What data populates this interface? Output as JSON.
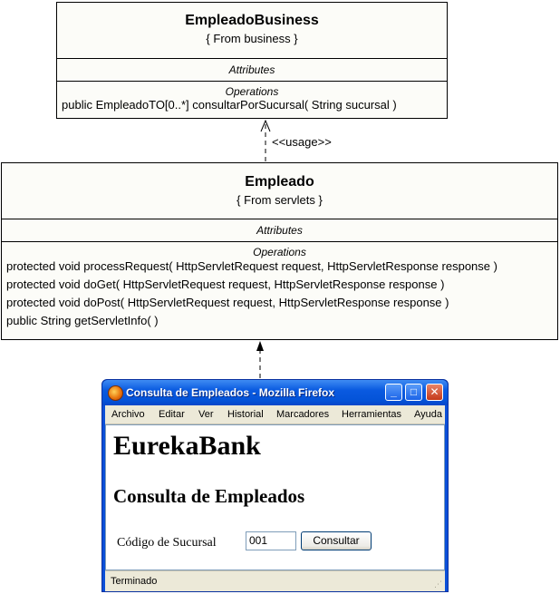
{
  "business_class": {
    "name": "EmpleadoBusiness",
    "from": "{ From business }",
    "attributes_title": "Attributes",
    "operations_title": "Operations",
    "operations": [
      "public EmpleadoTO[0..*]  consultarPorSucursal( String sucursal )"
    ]
  },
  "dependency": {
    "stereotype": "<<usage>>"
  },
  "servlet_class": {
    "name": "Empleado",
    "from": "{ From servlets }",
    "attributes_title": "Attributes",
    "operations_title": "Operations",
    "operations": [
      "protected void  processRequest( HttpServletRequest request, HttpServletResponse response )",
      "protected void  doGet( HttpServletRequest request, HttpServletResponse response )",
      "protected void  doPost( HttpServletRequest request, HttpServletResponse response )",
      "public String  getServletInfo(  )"
    ]
  },
  "browser": {
    "title": "Consulta de Empleados - Mozilla Firefox",
    "menu": [
      "Archivo",
      "Editar",
      "Ver",
      "Historial",
      "Marcadores",
      "Herramientas",
      "Ayuda"
    ],
    "page_title": "EurekaBank",
    "page_subtitle": "Consulta de Empleados",
    "field_label": "Código de Sucursal",
    "field_value": "001",
    "button_label": "Consultar",
    "status": "Terminado"
  }
}
